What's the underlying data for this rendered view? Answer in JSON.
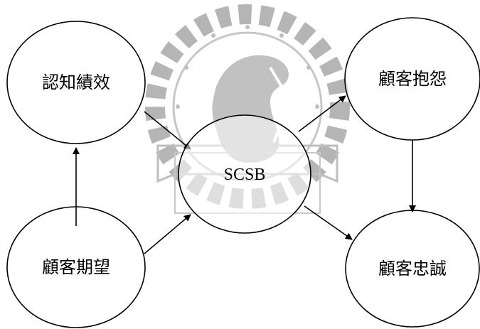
{
  "diagram": {
    "title": "SCSB model",
    "nodes": {
      "perceived_performance": {
        "label": "認知績效"
      },
      "customer_expectation": {
        "label": "顧客期望"
      },
      "scsb": {
        "label": "SCSB"
      },
      "customer_complaint": {
        "label": "顧客抱怨"
      },
      "customer_loyalty": {
        "label": "顧客忠誠"
      }
    },
    "edges": [
      {
        "from": "customer_expectation",
        "to": "perceived_performance"
      },
      {
        "from": "perceived_performance",
        "to": "scsb"
      },
      {
        "from": "customer_expectation",
        "to": "scsb"
      },
      {
        "from": "scsb",
        "to": "customer_complaint"
      },
      {
        "from": "scsb",
        "to": "customer_loyalty"
      },
      {
        "from": "customer_complaint",
        "to": "customer_loyalty"
      }
    ]
  },
  "watermark": {
    "description": "university seal watermark",
    "color": "#8a8a8a"
  }
}
